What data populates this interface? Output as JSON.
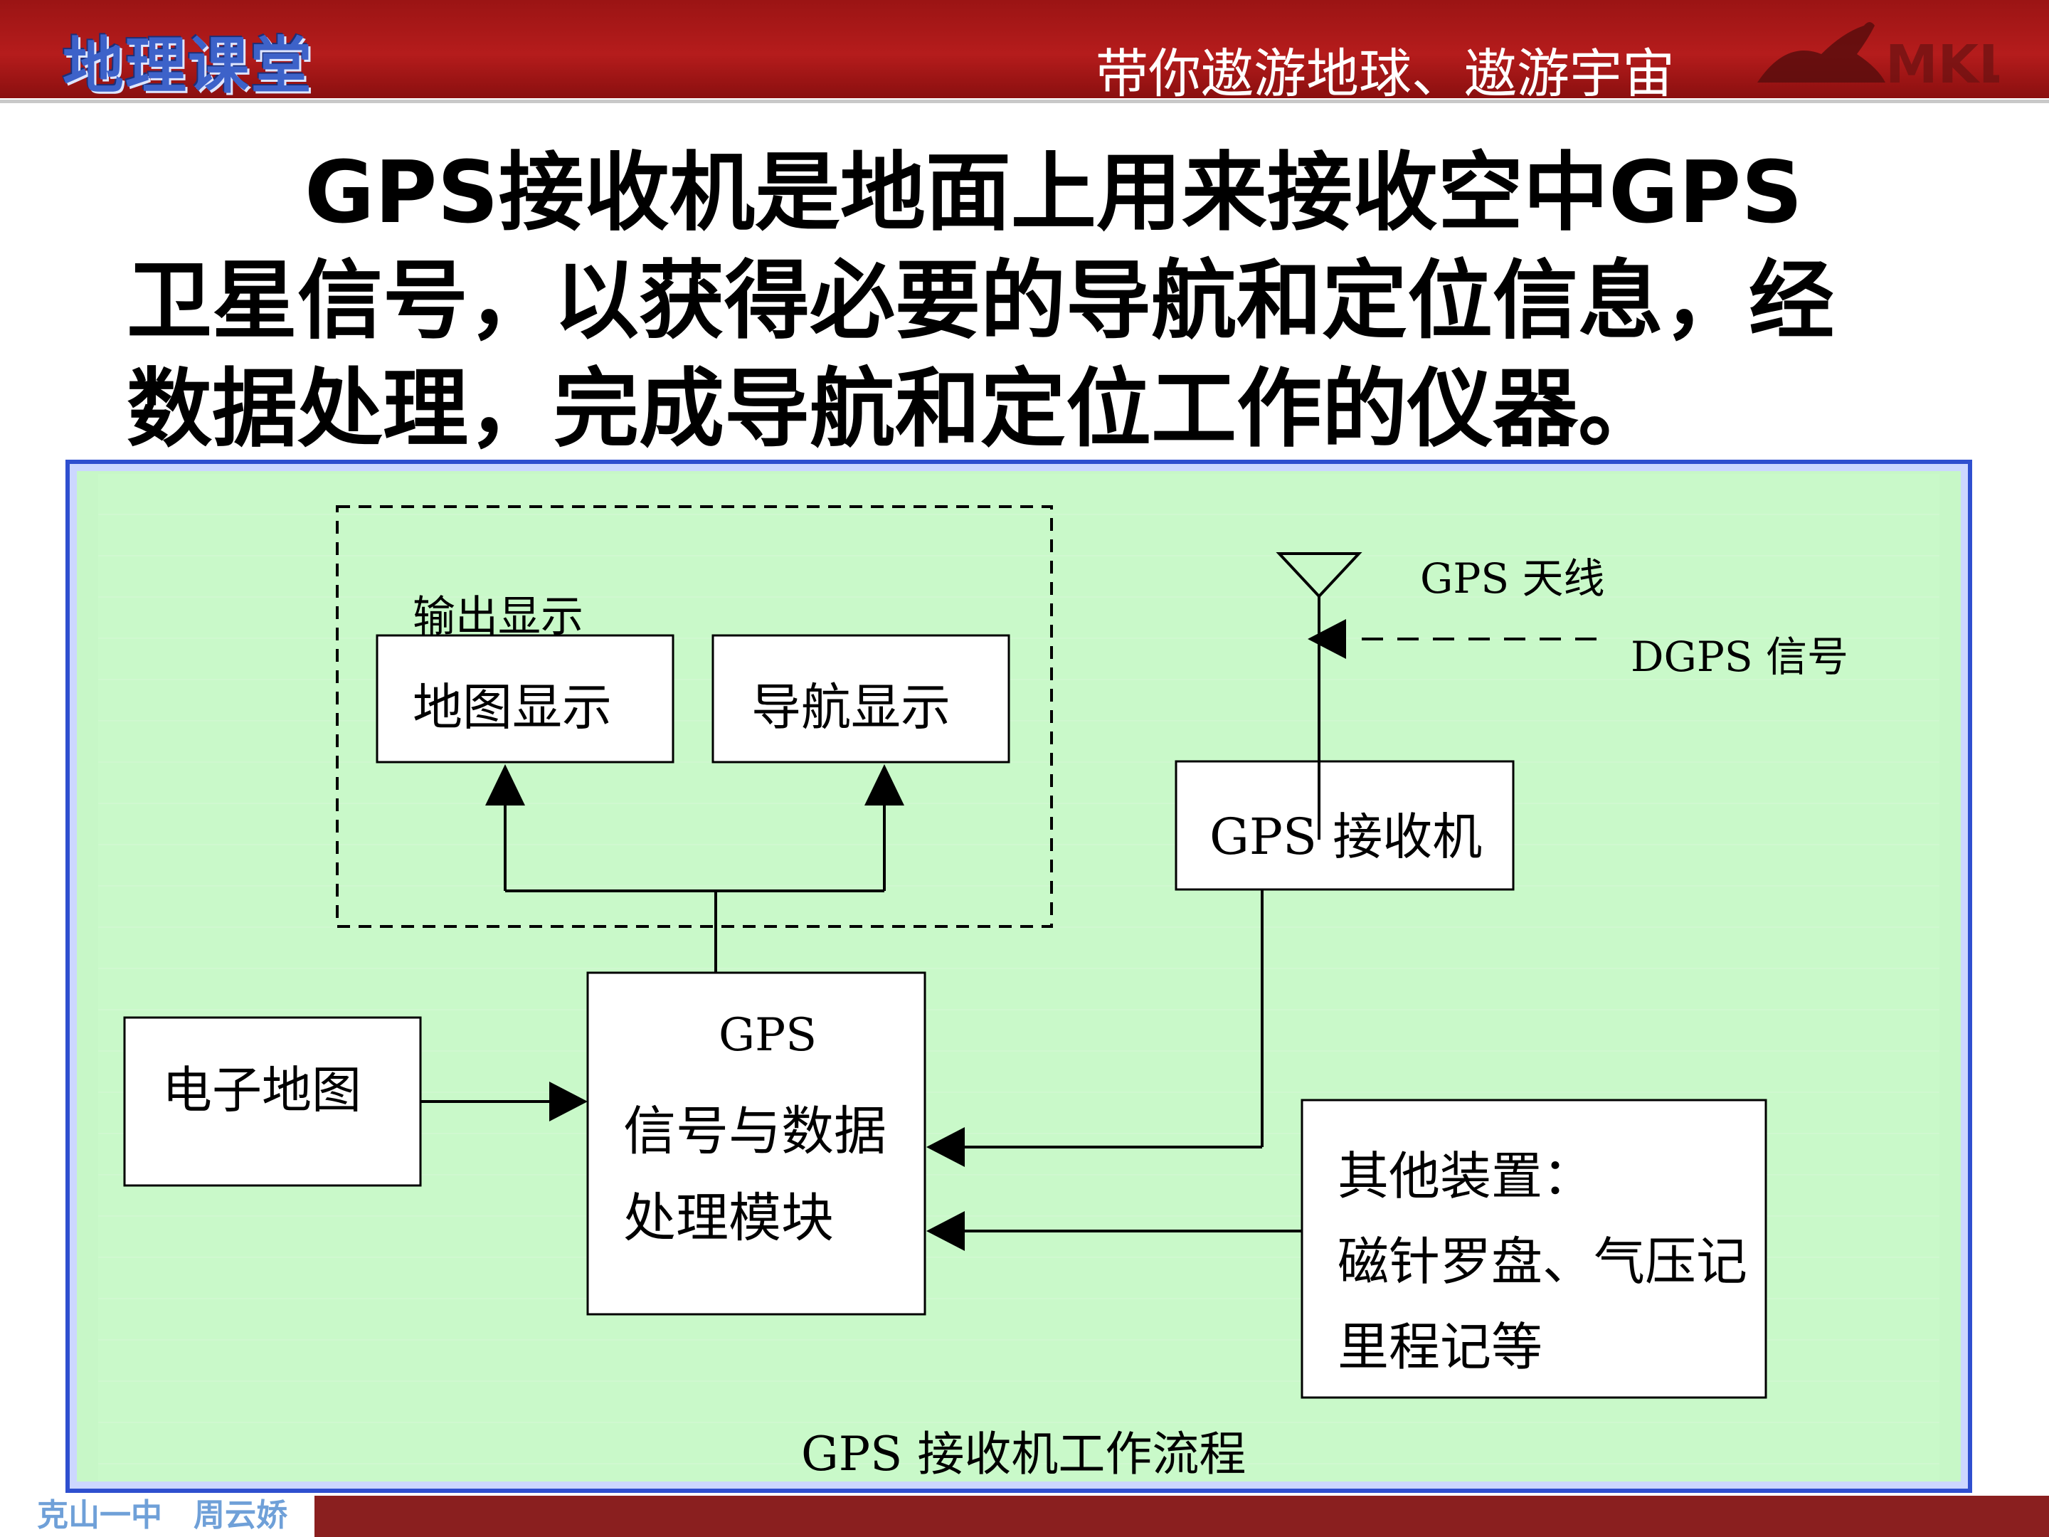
{
  "header": {
    "brand": "地理课堂",
    "slogan": "带你遨游地球、遨游宇宙",
    "logo_text": "MKL"
  },
  "intro_text": "GPS接收机是地面上用来接收空中GPS卫星信号，以获得必要的导航和定位信息，经数据处理，完成导航和定位工作的仪器。",
  "diagram": {
    "output_group_label": "输出显示",
    "map_display": "地图显示",
    "nav_display": "导航显示",
    "antenna_label": "GPS 天线",
    "dgps_label": "DGPS 信号",
    "receiver": "GPS 接收机",
    "emap": "电子地图",
    "processor_line1": "GPS",
    "processor_line2": "信号与数据",
    "processor_line3": "处理模块",
    "other_line1": "其他装置：",
    "other_line2": "磁针罗盘、气压记",
    "other_line3": "里程记等",
    "caption": "GPS 接收机工作流程"
  },
  "footer": {
    "author": "克山一中　周云娇"
  },
  "colors": {
    "header_red": "#b51c1c",
    "diagram_bg": "#c7f7c7",
    "frame_blue": "#2f4fcf",
    "footer_red": "#8a1f1f"
  }
}
